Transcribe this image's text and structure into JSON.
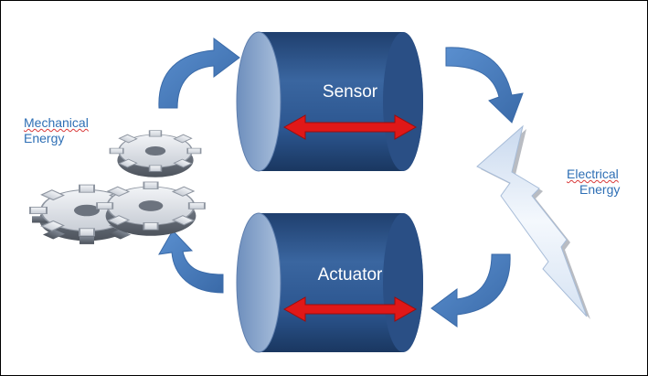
{
  "diagram": {
    "nodes": {
      "sensor": {
        "label": "Sensor"
      },
      "actuator": {
        "label": "Actuator"
      }
    },
    "energy_labels": {
      "mechanical": {
        "line1": "Mechanical",
        "line2": "Energy"
      },
      "electrical": {
        "line1": "Electrical",
        "line2": "Energy"
      }
    },
    "icons": {
      "gears": "gears-icon",
      "lightning": "lightning-bolt-icon"
    },
    "colors": {
      "cylinder_body": "#2f5a93",
      "cylinder_cap": "#8aa6cc",
      "curved_arrow": "#4a7fc1",
      "double_arrow": "#e01818",
      "label_text": "#2e6fb5"
    }
  }
}
